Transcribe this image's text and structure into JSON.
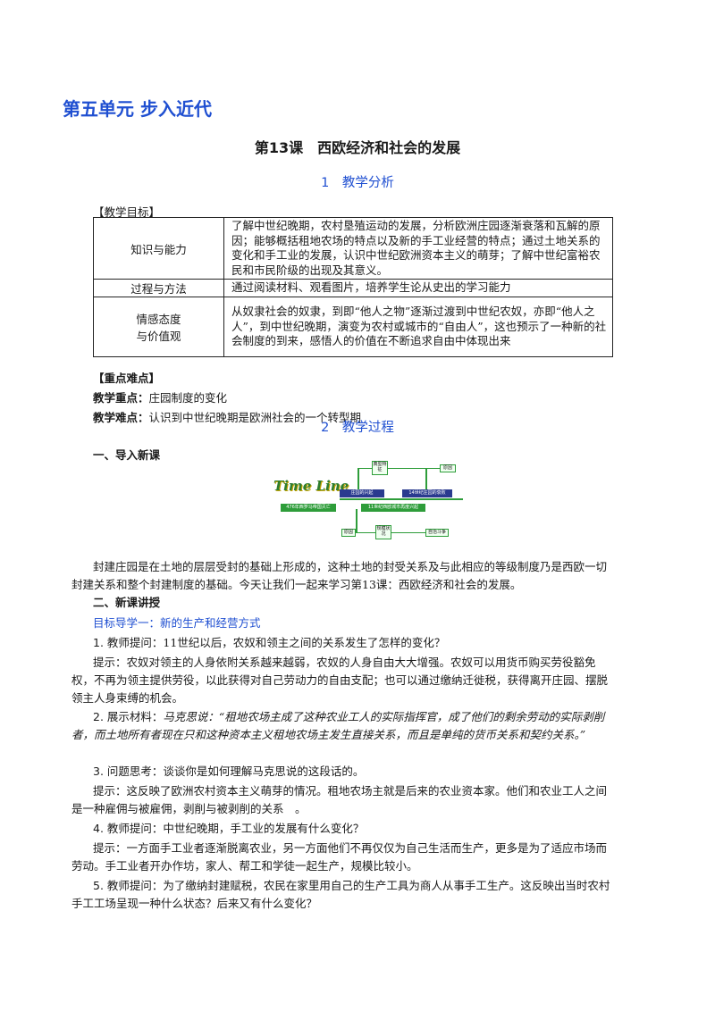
{
  "unit_title": "第五单元 步入近代",
  "lesson_title": "第13课　西欧经济和社会的发展",
  "section1": "1　教学分析",
  "objectives_label": "【教学目标】",
  "objectives": [
    {
      "key": "知识与能力",
      "value": "了解中世纪晚期，农村垦殖运动的发展，分析欧洲庄园逐渐衰落和瓦解的原因；能够概括租地农场的特点以及新的手工业经营的特点；通过土地关系的变化和手工业的发展，认识中世纪欧洲资本主义的萌芽；了解中世纪富裕农民和市民阶级的出现及其意义。"
    },
    {
      "key": "过程与方法",
      "value": "通过阅读材料、观看图片，培养学生论从史出的学习能力"
    },
    {
      "key_line1": "情感态度",
      "key_line2": "与价值观",
      "value": "从奴隶社会的奴隶，到即“他人之物”逐渐过渡到中世纪农奴，亦即“他人之人”，到中世纪晚期，演变为农村或城市的“自由人”，这也预示了一种新的社会制度的到来，感悟人的价值在不断追求自由中体现出来"
    }
  ],
  "key_difficult_label": "【重点难点】",
  "key_point_label": "教学重点：",
  "key_point": "庄园制度的变化",
  "difficult_point_label": "教学难点：",
  "difficult_point": "认识到中世纪晚期是欧洲社会的一个转型期",
  "section2": "2　教学过程",
  "part1": "一、导入新课",
  "timeline": {
    "title": "Time Line",
    "box_typical": "典型特征",
    "box_reason_top": "原因",
    "box_rise": "庄园的兴起",
    "box_decline": "14世纪庄园的衰败",
    "box_476": "476年西罗马帝国灭亡",
    "box_11c": "11世纪西欧城市再度兴起",
    "box_reason_bottom": "原因",
    "box_scale": "规模状况",
    "box_struggle": "自治斗争"
  },
  "intro_paragraph": "封建庄园是在土地的层层受封的基础上形成的，这种土地的封受关系及与此相应的等级制度乃是西欧一切封建关系和整个封建制度的基础。今天让我们一起来学习第13课：西欧经济和社会的发展。",
  "part2": "二、新课讲授",
  "goal1": "目标导学一：新的生产和经营方式",
  "q1_label": "1. 教师提问：",
  "q1": "11世纪以后，农奴和领主之间的关系发生了怎样的变化？",
  "a1_label": "提示：",
  "a1": "农奴对领主的人身依附关系越来越弱，农奴的人身自由大大增强。农奴可以用货币购买劳役豁免权，不再为领主提供劳役，以此获得对自己劳动力的自由支配；也可以通过缴纳迁徙税，获得离开庄园、摆脱领主人身束缚的机会。",
  "q2_label": "2. 展示材料：",
  "q2": "马克思说：“租地农场主成了这种农业工人的实际指挥官，成了他们的剩余劳动的实际剥削者，而土地所有者现在只和这种资本主义租地农场主发生直接关系，而且是单纯的货币关系和契约关系。”",
  "q3_label": "3. 问题思考：",
  "q3": "谈谈你是如何理解马克思说的这段话的。",
  "a3_label": "提示：",
  "a3": "这反映了欧洲农村资本主义萌芽的情况。租地农场主就是后来的农业资本家。他们和农业工人之间是一种雇佣与被雇佣，剥削与被剥削的关系　。",
  "q4_label": "4. 教师提问：",
  "q4": "中世纪晚期，手工业的发展有什么变化？",
  "a4_label": "提示：",
  "a4": "一方面手工业者逐渐脱离农业，另一方面他们不再仅仅为自己生活而生产，更多是为了适应市场而劳动。手工业者开办作坊，家人、帮工和学徒一起生产，规模比较小。",
  "q5_label": "5. 教师提问：",
  "q5": "为了缴纳封建赋税，农民在家里用自己的生产工具为商人从事手工生产。这反映出当时农村手工工场呈现一种什么状态？后来又有什么变化？"
}
